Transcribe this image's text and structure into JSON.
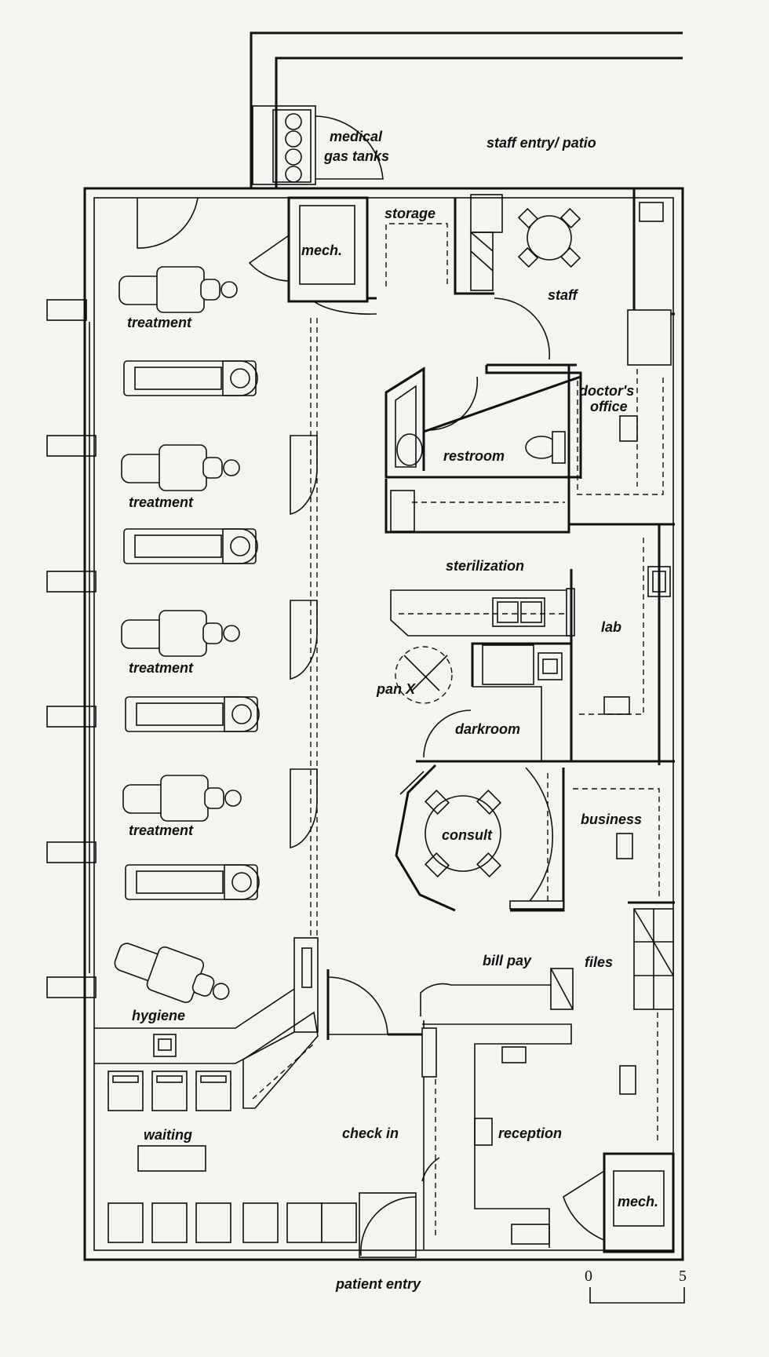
{
  "labels": {
    "medical_gas_tanks_1": "medical",
    "medical_gas_tanks_2": "gas tanks",
    "staff_entry_patio": "staff entry/ patio",
    "storage": "storage",
    "mech_top": "mech.",
    "staff": "staff",
    "doctors_office_1": "doctor's",
    "doctors_office_2": "office",
    "restroom": "restroom",
    "treatment_1": "treatment",
    "treatment_2": "treatment",
    "treatment_3": "treatment",
    "treatment_4": "treatment",
    "hygiene": "hygiene",
    "sterilization": "sterilization",
    "lab": "lab",
    "pan_x": "pan X",
    "darkroom": "darkroom",
    "consult": "consult",
    "business": "business",
    "bill_pay": "bill pay",
    "files": "files",
    "waiting": "waiting",
    "check_in": "check in",
    "reception": "reception",
    "mech_bottom": "mech.",
    "patient_entry": "patient entry"
  },
  "scale": {
    "min": "0",
    "max": "5"
  }
}
